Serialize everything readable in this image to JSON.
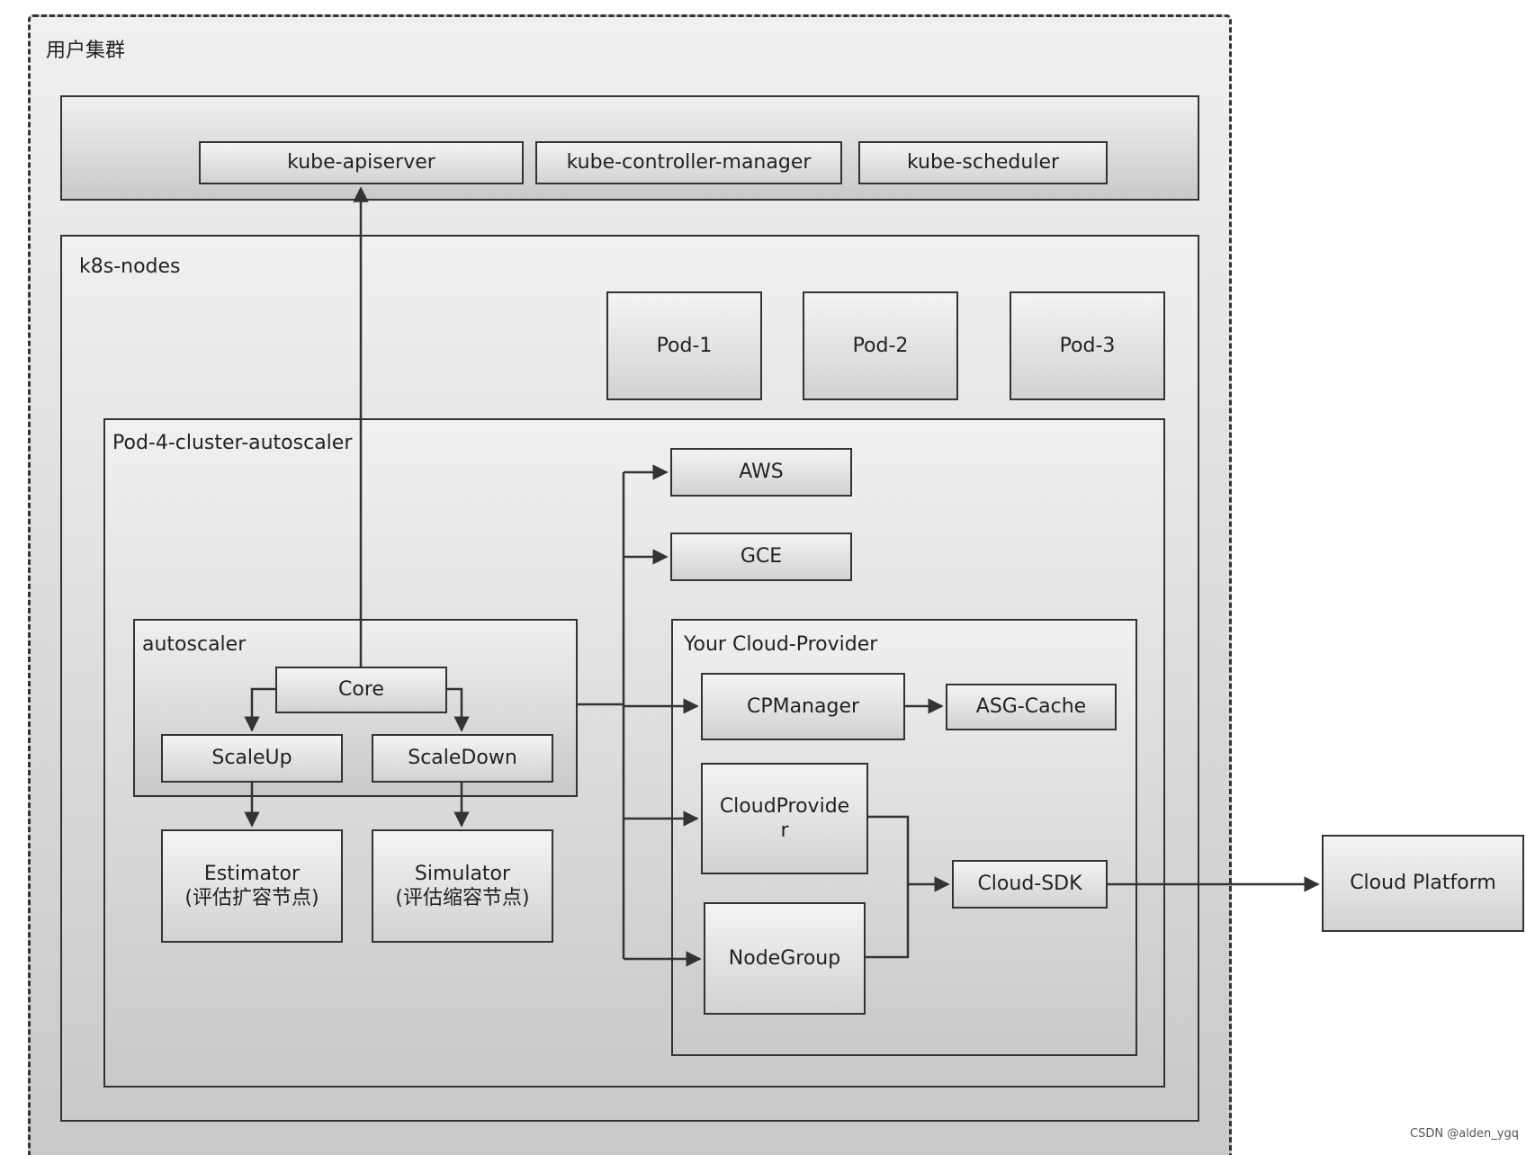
{
  "containers": {
    "user_cluster": "用户集群",
    "k8s_nodes": "k8s-nodes",
    "pod4": "Pod-4-cluster-autoscaler",
    "autoscaler": "autoscaler",
    "your_cloud_provider": "Your Cloud-Provider"
  },
  "nodes": {
    "kube_apiserver": "kube-apiserver",
    "kube_controller_manager": "kube-controller-manager",
    "kube_scheduler": "kube-scheduler",
    "pod1": "Pod-1",
    "pod2": "Pod-2",
    "pod3": "Pod-3",
    "aws": "AWS",
    "gce": "GCE",
    "core": "Core",
    "scaleup": "ScaleUp",
    "scaledown": "ScaleDown",
    "estimator": "Estimator\n(评估扩容节点)",
    "simulator": "Simulator\n(评估缩容节点)",
    "cpmanager": "CPManager",
    "asg_cache": "ASG-Cache",
    "cloudprovider": "CloudProvide\nr",
    "nodegroup": "NodeGroup",
    "cloud_sdk": "Cloud-SDK",
    "cloud_platform": "Cloud Platform"
  },
  "edges": [
    {
      "from": "core",
      "to": "kube_apiserver"
    },
    {
      "from": "core",
      "to": "scaleup"
    },
    {
      "from": "core",
      "to": "scaledown"
    },
    {
      "from": "scaleup",
      "to": "estimator"
    },
    {
      "from": "scaledown",
      "to": "simulator"
    },
    {
      "from": "autoscaler",
      "to": "aws"
    },
    {
      "from": "autoscaler",
      "to": "gce"
    },
    {
      "from": "autoscaler",
      "to": "cpmanager"
    },
    {
      "from": "autoscaler",
      "to": "cloudprovider"
    },
    {
      "from": "autoscaler",
      "to": "nodegroup"
    },
    {
      "from": "cpmanager",
      "to": "asg_cache"
    },
    {
      "from": "cloudprovider",
      "to": "cloud_sdk"
    },
    {
      "from": "nodegroup",
      "to": "cloud_sdk"
    },
    {
      "from": "cloud_sdk",
      "to": "cloud_platform"
    }
  ],
  "watermark": "CSDN @alden_ygq",
  "colors": {
    "stroke": "#333333",
    "fill_top": "#f4f4f4",
    "fill_bottom": "#d2d2d2"
  }
}
